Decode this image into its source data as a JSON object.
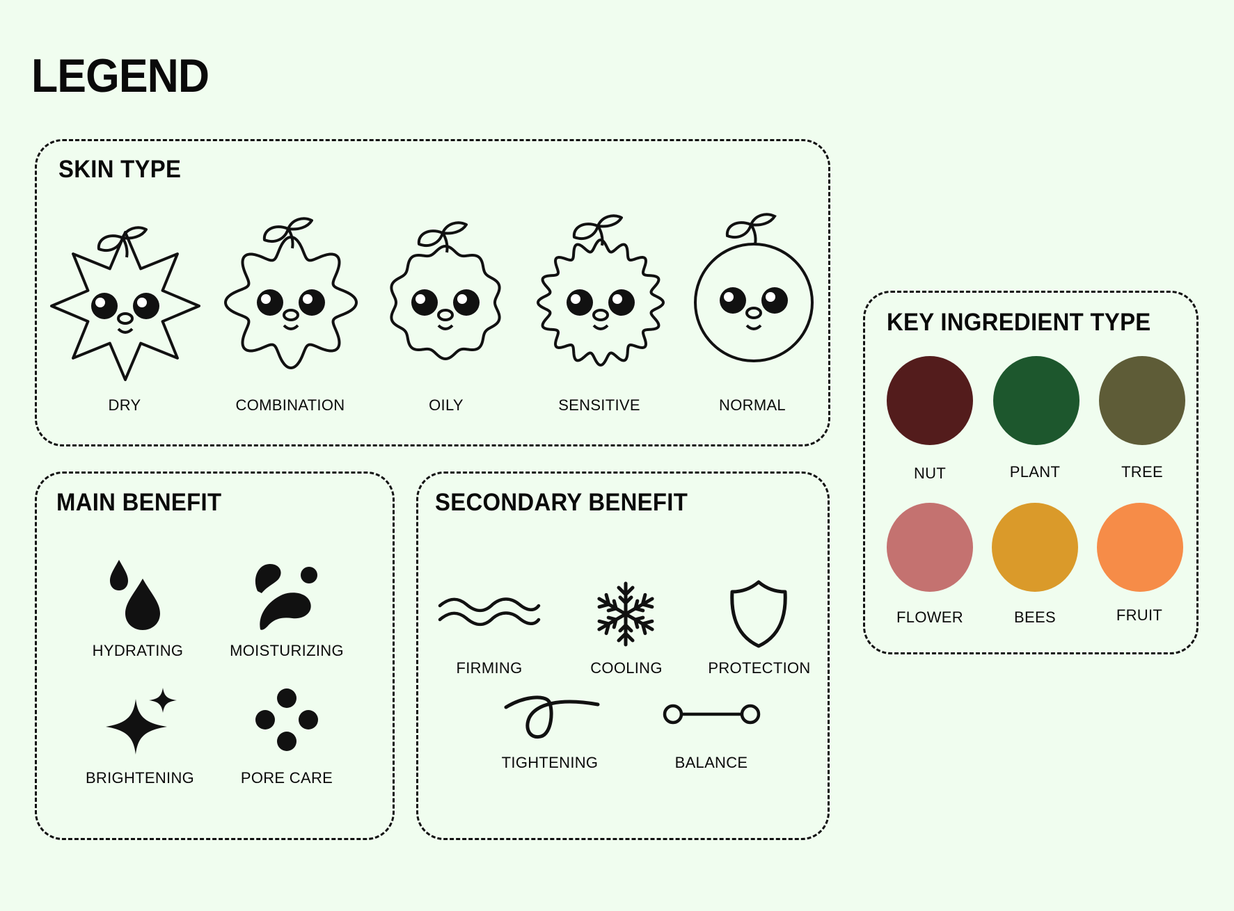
{
  "title": "LEGEND",
  "skin_type": {
    "heading": "SKIN TYPE",
    "items": [
      {
        "label": "DRY",
        "icon": "star-face-icon"
      },
      {
        "label": "COMBINATION",
        "icon": "flower-face-icon"
      },
      {
        "label": "OILY",
        "icon": "wavy-face-icon"
      },
      {
        "label": "SENSITIVE",
        "icon": "cog-face-icon"
      },
      {
        "label": "NORMAL",
        "icon": "circle-face-icon"
      }
    ]
  },
  "main_benefit": {
    "heading": "MAIN BENEFIT",
    "items": [
      {
        "label": "HYDRATING",
        "icon": "droplets-icon"
      },
      {
        "label": "MOISTURIZING",
        "icon": "splash-icon"
      },
      {
        "label": "BRIGHTENING",
        "icon": "sparkle-icon"
      },
      {
        "label": "PORE CARE",
        "icon": "dots-icon"
      }
    ]
  },
  "secondary_benefit": {
    "heading": "SECONDARY BENEFIT",
    "items": [
      {
        "label": "FIRMING",
        "icon": "waves-icon"
      },
      {
        "label": "COOLING",
        "icon": "snowflake-icon"
      },
      {
        "label": "PROTECTION",
        "icon": "shield-icon"
      },
      {
        "label": "TIGHTENING",
        "icon": "loop-icon"
      },
      {
        "label": "BALANCE",
        "icon": "balance-icon"
      }
    ]
  },
  "key_ingredient": {
    "heading": "KEY INGREDIENT TYPE",
    "items": [
      {
        "label": "NUT",
        "color": "#531C1C"
      },
      {
        "label": "PLANT",
        "color": "#1D572D"
      },
      {
        "label": "TREE",
        "color": "#5E5C37"
      },
      {
        "label": "FLOWER",
        "color": "#C47270"
      },
      {
        "label": "BEES",
        "color": "#DA9A2A"
      },
      {
        "label": "FRUIT",
        "color": "#F68C48"
      }
    ]
  }
}
